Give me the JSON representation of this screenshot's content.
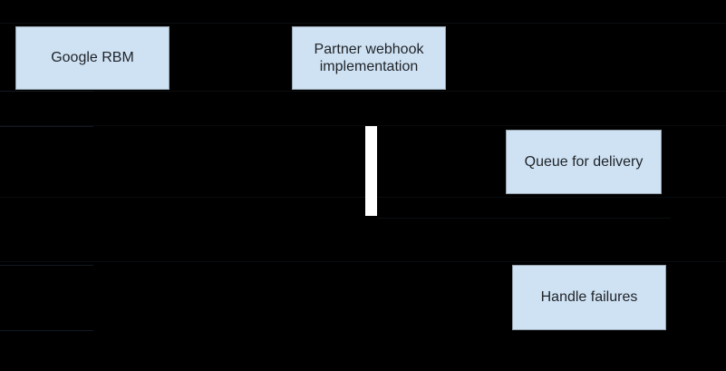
{
  "diagram": {
    "type": "sequence-diagram-fragment",
    "nodes": {
      "google_rbm": {
        "label": "Google RBM"
      },
      "partner_webhook": {
        "label": "Partner webhook implementation"
      },
      "queue": {
        "label": "Queue for delivery"
      },
      "handle_failures": {
        "label": "Handle failures"
      }
    }
  },
  "colors": {
    "background": "#000000",
    "node_fill": "#cfe2f3",
    "node_text": "#1f2328",
    "activation_bar": "#ffffff"
  }
}
